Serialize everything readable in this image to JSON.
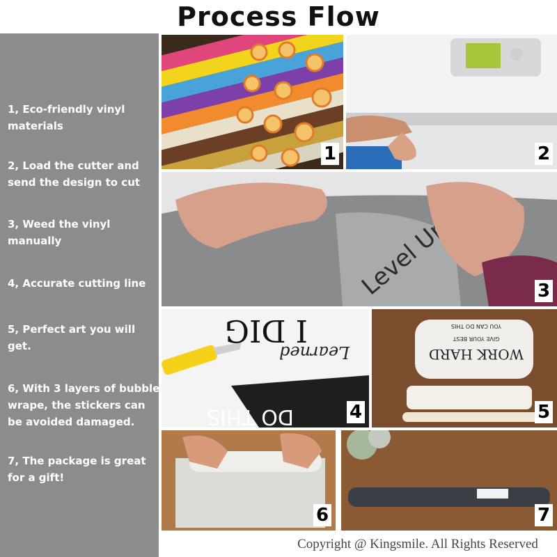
{
  "title": "Process Flow",
  "steps": [
    "1, Eco-friendly vinyl materials",
    "2, Load the cutter and send the design to cut",
    "3, Weed the vinyl manually",
    "4, Accurate cutting line",
    "5, Perfect art you will get.",
    "6, With 3 layers of bubble wrape, the stickers can be avoided damaged.",
    "7, The package is  great for a gift!"
  ],
  "photos": [
    {
      "label": "1",
      "subject": "colorful vinyl rolls"
    },
    {
      "label": "2",
      "subject": "vinyl cutter machine"
    },
    {
      "label": "3",
      "subject": "weeding vinyl lettering",
      "print_text": "Level Up"
    },
    {
      "label": "4",
      "subject": "cutting line with utility knife",
      "print_text": "DO THIS",
      "script_text": "Learned",
      "top_text": "I DIG"
    },
    {
      "label": "5",
      "subject": "finished sticker rolls",
      "print_lines": [
        "YOU CAN DO THIS",
        "GIVE YOUR BEST",
        "WORK HARD"
      ]
    },
    {
      "label": "6",
      "subject": "bubble wrap packaging"
    },
    {
      "label": "7",
      "subject": "packaged tube on wooden table"
    }
  ],
  "copyright": "Copyright @ Kingsmile. All Rights Reserved",
  "colors": {
    "sidebar": "#8c8c8c",
    "title": "#111111",
    "step_text": "#ffffff"
  }
}
